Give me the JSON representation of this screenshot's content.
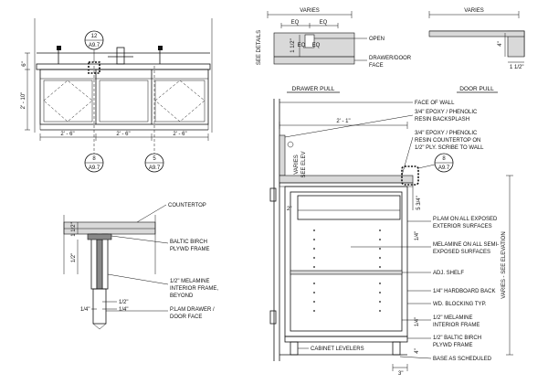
{
  "elevation": {
    "dim_top": "6\"",
    "dim_height": "2' - 10\"",
    "widths": [
      "2' - 6\"",
      "2' - 6\"",
      "2' - 6\""
    ],
    "callout_top": {
      "num": "12",
      "sheet": "A9.7"
    },
    "callout_bottom_left": {
      "num": "8",
      "sheet": "A9.7"
    },
    "callout_bottom_right": {
      "num": "5",
      "sheet": "A9.7"
    }
  },
  "drawer_pull": {
    "varies": "VARIES",
    "eq1": "EQ",
    "eq2": "EQ",
    "eq3": "EQ",
    "eq4": "EQ",
    "dim_v": "1 1/2\"",
    "see_details": "SEE DETAILS",
    "open": "OPEN",
    "face": "DRAWER/DOOR\nFACE",
    "face_l1": "DRAWER/DOOR",
    "face_l2": "FACE",
    "title": "DRAWER PULL"
  },
  "door_pull": {
    "varies": "VARIES",
    "dim_4": "4\"",
    "dim_112": "1 1/2\"",
    "title": "DOOR PULL"
  },
  "detail": {
    "countertop": "COUNTERTOP",
    "baltic_l1": "BALTIC BIRCH",
    "baltic_l2": "PLYWD FRAME",
    "dim_112": "1 1/2\"",
    "dim_12a": "1/2\"",
    "mel_l1": "1/2\" MELAMINE",
    "mel_l2": "INTERIOR FRAME,",
    "mel_l3": "BEYOND",
    "dim_12b": "1/2\"",
    "dim_14a": "1/4\"",
    "dim_14b": "1/4\"",
    "plam_l1": "P.LAM DRAWER /",
    "plam_l2": "DOOR FACE"
  },
  "section": {
    "face_of_wall": "FACE OF WALL",
    "width": "2' - 1\"",
    "backsplash_l1": "3/4\" EPOXY / PHENOLIC",
    "backsplash_l2": "RESIN BACKSPLASH",
    "counter_l1": "3/4\" EPOXY / PHENOLIC",
    "counter_l2": "RESIN COUNTERTOP ON",
    "counter_l3": "1/2\" PLY. SCRIBE TO WALL",
    "callout": {
      "num": "8",
      "sheet": "A9.7"
    },
    "varies_l1": "VARIES",
    "varies_l2": "SEE ELEV",
    "dim_2": "2\"",
    "dim_534": "5 3/4\"",
    "plam_l1": "P.LAM ON ALL EXPOSED",
    "plam_l2": "EXTERIOR SURFACES",
    "dim_14a": "1/4\"",
    "mel_l1": "MELAMINE ON ALL SEMI-",
    "mel_l2": "EXPOSED SURFACES",
    "adj_shelf": "ADJ. SHELF",
    "hardboard": "1/4\" HARDBOARD BACK",
    "blocking": "WD. BLOCKING TYP.",
    "dim_14b": "1/4\"",
    "mel_frame_l1": "1/2\" MELAMINE",
    "mel_frame_l2": "INTERIOR FRAME",
    "baltic_l1": "1/2\" BALTIC BIRCH",
    "baltic_l2": "PLYWD FRAME",
    "levelers": "CABINET LEVELERS",
    "dim_4": "4\"",
    "base": "BASE AS SCHEDULED",
    "dim_3": "3\"",
    "varies_elev": "VARIES - SEE ELEVATION"
  }
}
